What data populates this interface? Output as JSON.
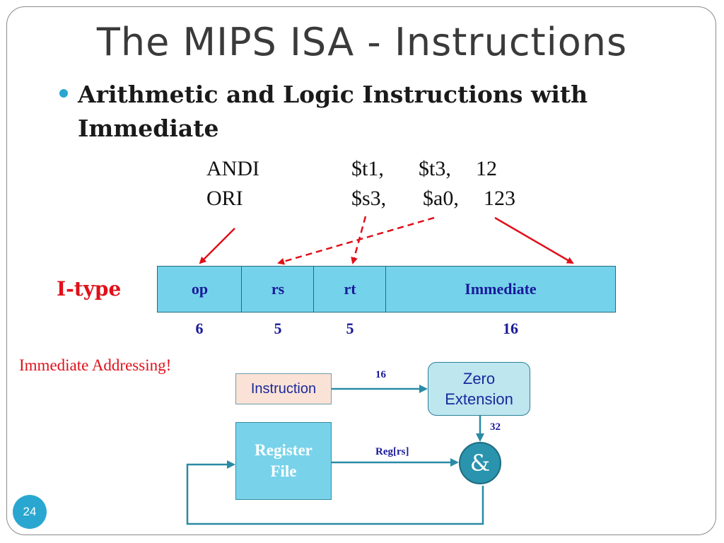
{
  "slide": {
    "title": "The MIPS ISA - Instructions",
    "bullet": "Arithmetic and Logic Instructions with Immediate",
    "page_number": "24"
  },
  "code": {
    "line1": {
      "op": "ANDI",
      "rt": "$t1,",
      "rs": "$t3,",
      "imm": "12"
    },
    "line2": {
      "op": "ORI",
      "rt": "$s3,",
      "rs": "$a0,",
      "imm": "123"
    }
  },
  "format": {
    "label": "I-type",
    "fields": [
      {
        "name": "op",
        "bits": "6"
      },
      {
        "name": "rs",
        "bits": "5"
      },
      {
        "name": "rt",
        "bits": "5"
      },
      {
        "name": "Immediate",
        "bits": "16"
      }
    ]
  },
  "datapath": {
    "caption": "Immediate Addressing!",
    "instruction": "Instruction",
    "zero_extension": "Zero Extension",
    "register_file": "Register File",
    "and_symbol": "&",
    "label_16": "16",
    "label_32": "32",
    "label_reg": "Reg[rs]"
  },
  "colors": {
    "accent": "#2aa7d1",
    "field_fill": "#74d3ea",
    "red": "#e0101a",
    "teal_line": "#2a8aa6"
  }
}
